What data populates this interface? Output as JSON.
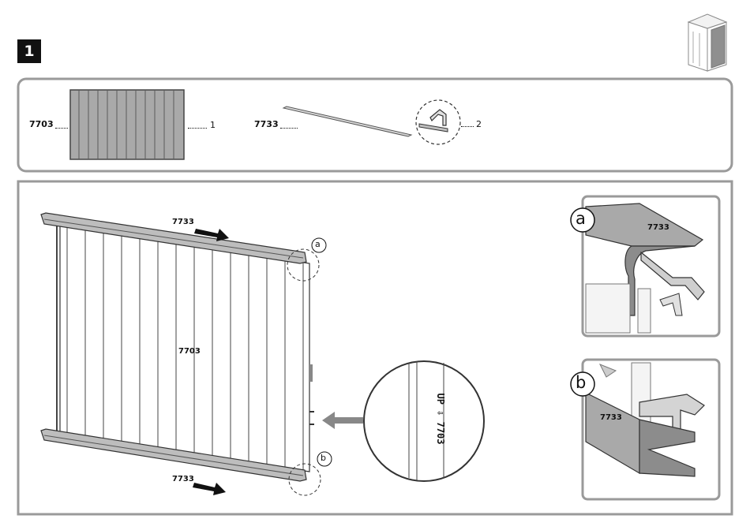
{
  "step": {
    "number": "1"
  },
  "parts": [
    {
      "code": "7703",
      "qty": "1",
      "icon": "wall-panel-icon"
    },
    {
      "code": "7733",
      "qty": "2",
      "icon": "rail-profile-icon"
    }
  ],
  "main": {
    "panel_label": "7703",
    "top_rail_label": "7733",
    "bottom_rail_label": "7733",
    "callout_a": "a",
    "callout_b": "b",
    "magnified_text": "UP ⇩ 7703"
  },
  "detail_a": {
    "letter": "a",
    "label": "7733"
  },
  "detail_b": {
    "letter": "b",
    "label": "7733"
  },
  "colors": {
    "panel_fill": "#a9a9a9",
    "frame": "#9a9a9a",
    "ink": "#111111",
    "highlight": "#7d7d7d"
  }
}
